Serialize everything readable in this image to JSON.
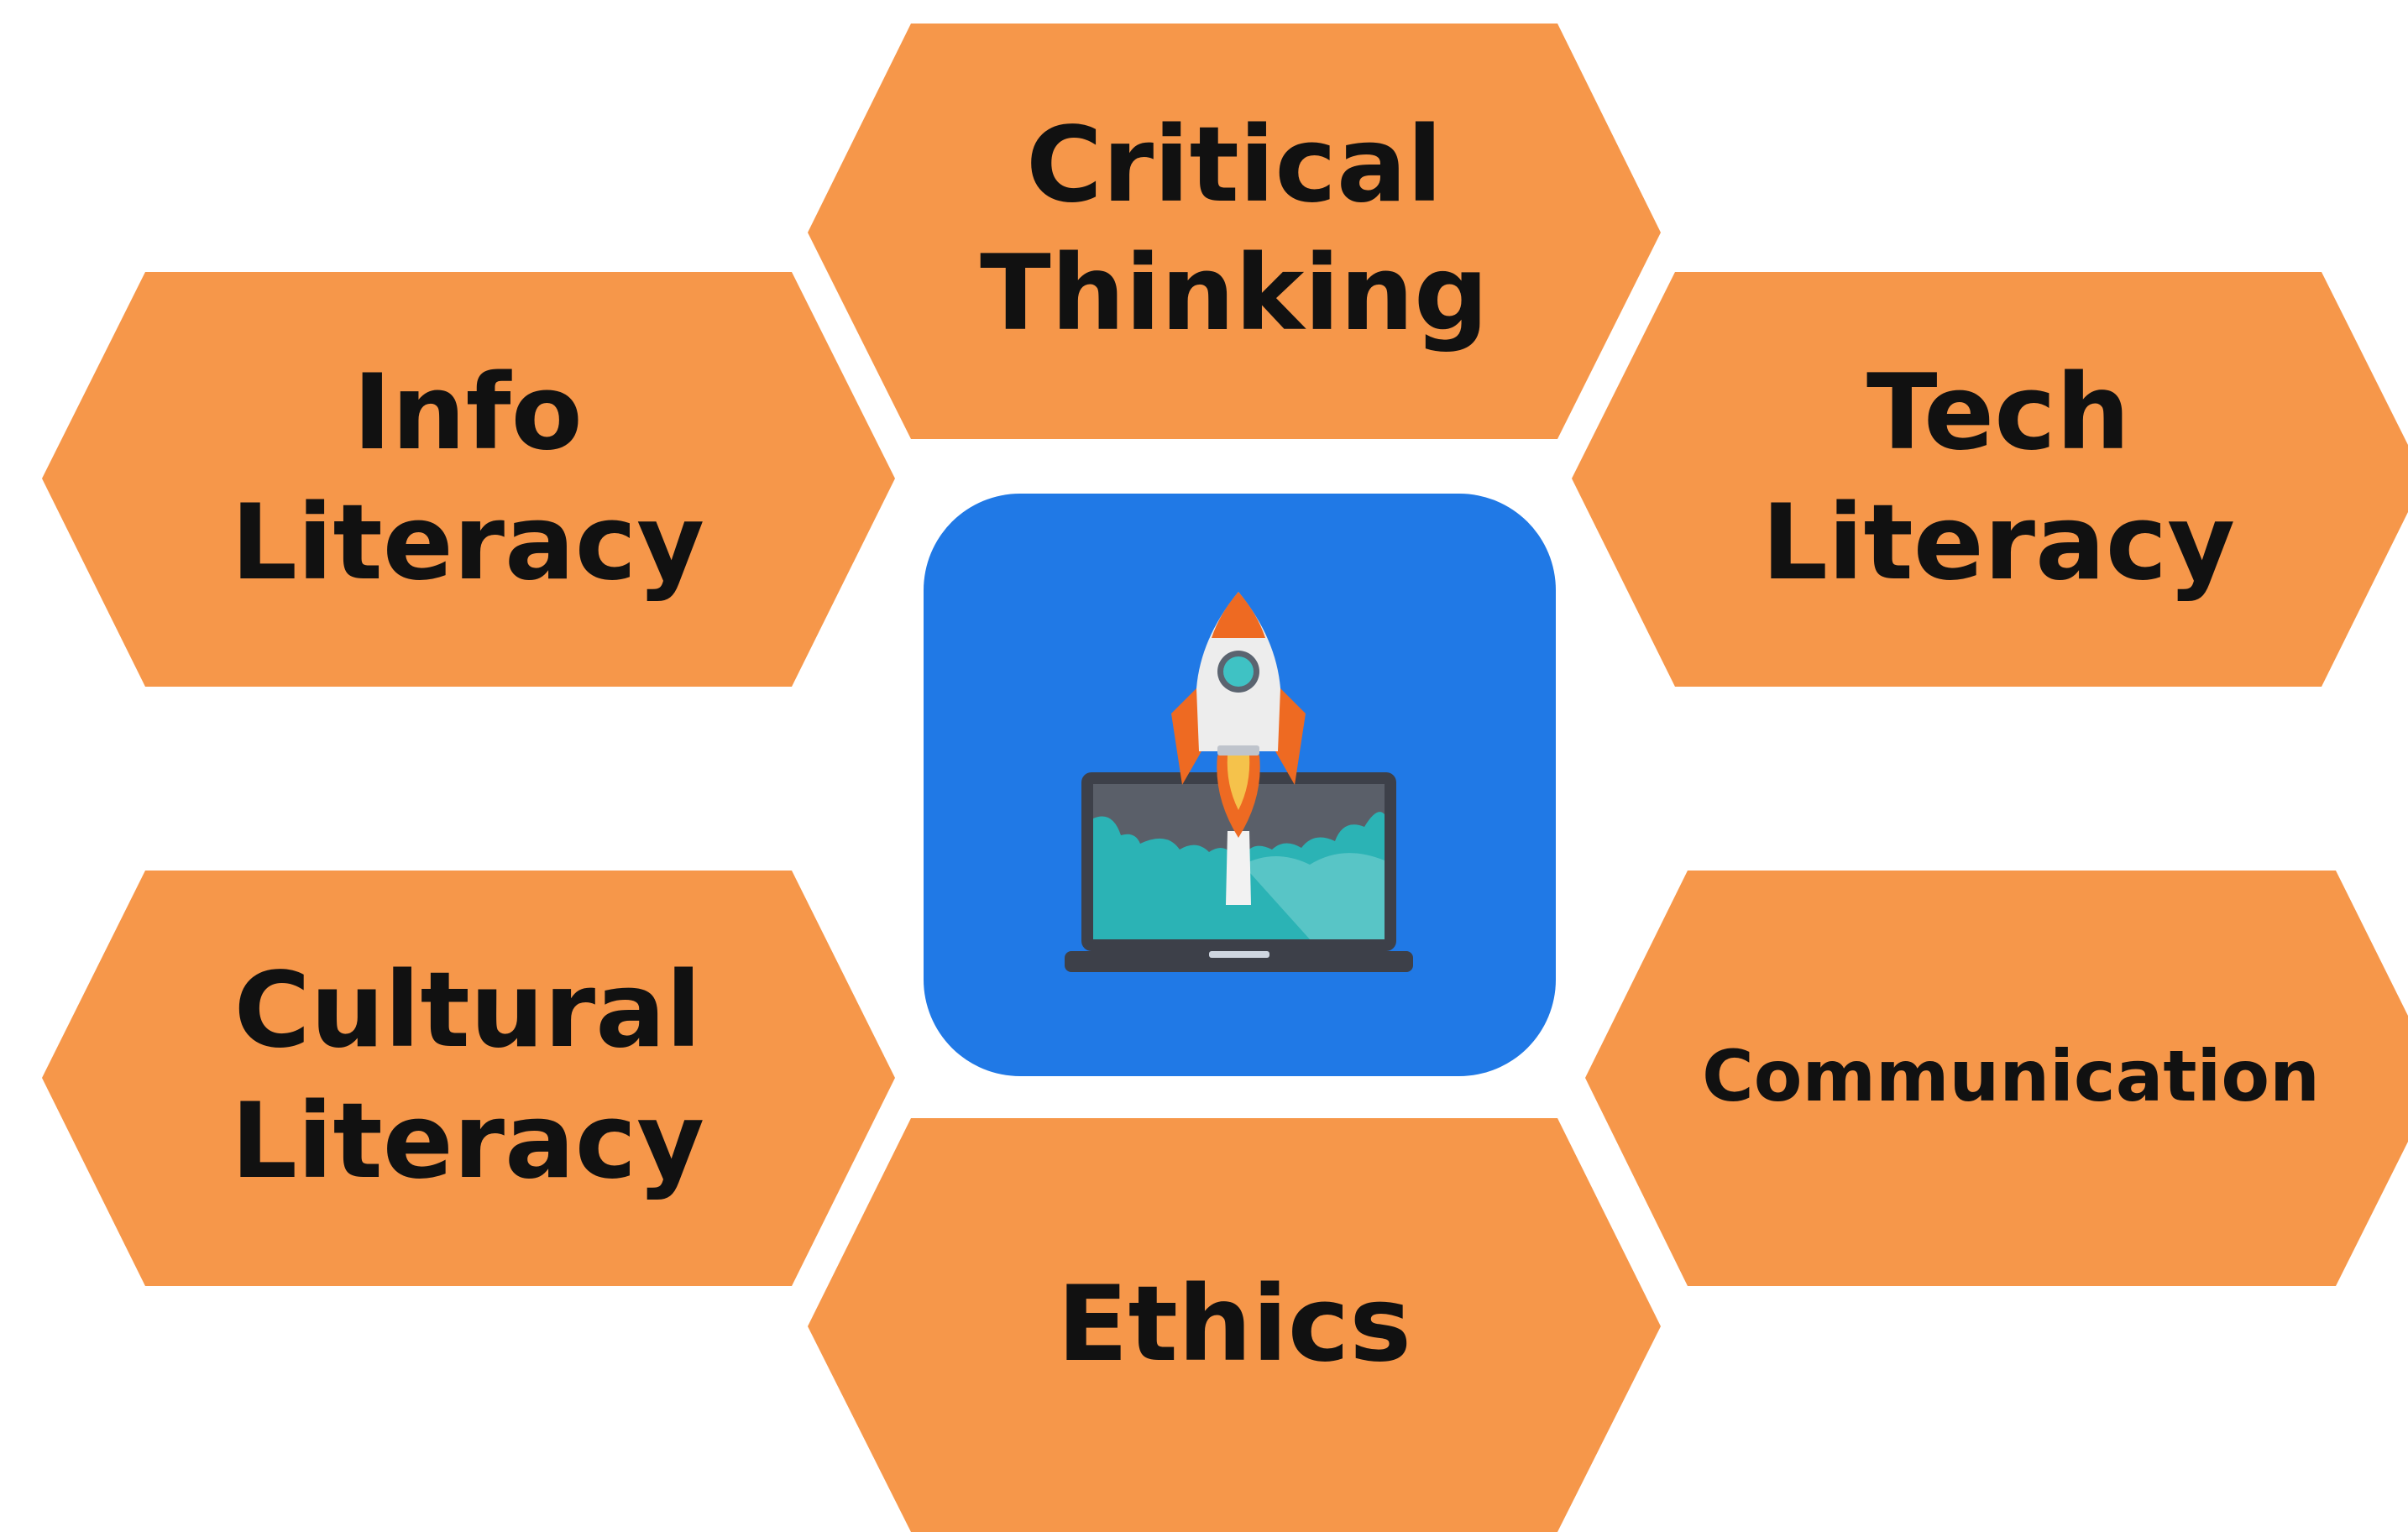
{
  "colors": {
    "background": "#ffffff",
    "hexagon_fill": "#F6974A",
    "label_text": "#111111",
    "center_tile": "#2079E6",
    "rocket_body": "#EDEDED",
    "rocket_accent": "#EE6A22",
    "rocket_window": "#3FC2C4",
    "flame": "#F5C24B",
    "laptop_frame": "#3D4049",
    "screen_dark": "#5A5F69",
    "screen_cloud": "#2BB3B5",
    "screen_cloud_light": "#7DD4D3"
  },
  "diagram": {
    "nodes": [
      {
        "id": "critical-thinking",
        "lines": [
          "Critical",
          "Thinking"
        ]
      },
      {
        "id": "info-literacy",
        "lines": [
          "Info",
          "Literacy"
        ]
      },
      {
        "id": "tech-literacy",
        "lines": [
          "Tech",
          "Literacy"
        ]
      },
      {
        "id": "cultural-literacy",
        "lines": [
          "Cultural",
          "Literacy"
        ]
      },
      {
        "id": "communication",
        "lines": [
          "Communication"
        ]
      },
      {
        "id": "ethics",
        "lines": [
          "Ethics"
        ]
      }
    ],
    "center": {
      "icon": "rocket-launch-laptop-icon"
    }
  }
}
